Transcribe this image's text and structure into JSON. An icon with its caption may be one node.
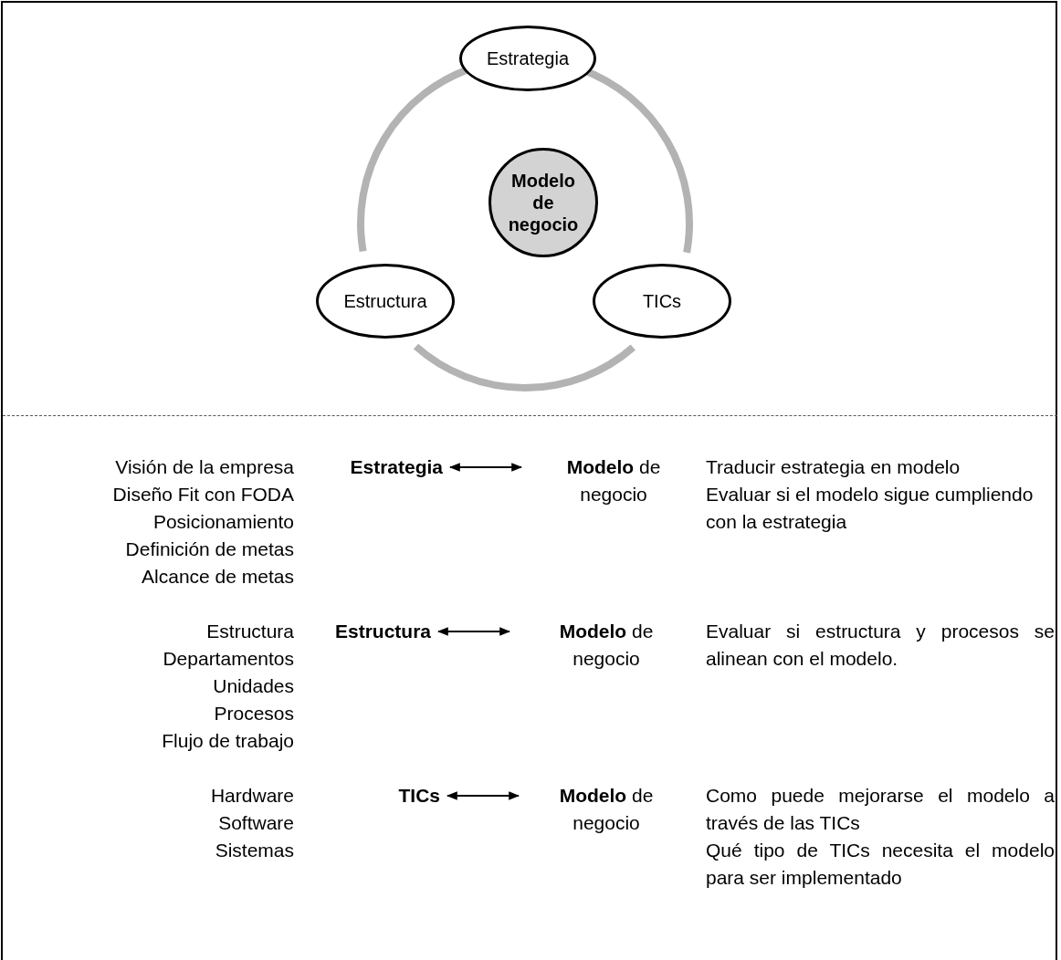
{
  "diagram": {
    "nodes": [
      {
        "text": [
          "Estrategia"
        ]
      },
      {
        "text": [
          "Modelo de negocio"
        ]
      },
      {
        "text": [
          "Estructura"
        ]
      },
      {
        "text": [
          "TICs"
        ]
      },
      {
        "text": [
          "Estrategia"
        ]
      },
      {
        "text": [
          "**Modelo** de negocio"
        ]
      },
      {
        "text": [
          "Estructura"
        ]
      },
      {
        "text": [
          "**Modelo** de negocio"
        ]
      },
      {
        "text": [
          "TICs"
        ]
      },
      {
        "text": [
          "**Modelo** de negocio"
        ]
      }
    ],
    "edges": [
      {
        "from": 0,
        "to": 3,
        "arrow": "none",
        "style": "thick",
        "color": "#b3b3b3"
      },
      {
        "from": 3,
        "to": 2,
        "arrow": "none",
        "style": "thick",
        "color": "#b3b3b3"
      },
      {
        "from": 2,
        "to": 0,
        "arrow": "none",
        "style": "thick",
        "color": "#b3b3b3"
      },
      {
        "from": 4,
        "to": 5,
        "arrow": "both",
        "color": "#000000"
      },
      {
        "from": 6,
        "to": 7,
        "arrow": "both",
        "color": "#000000"
      },
      {
        "from": 8,
        "to": 9,
        "arrow": "both",
        "color": "#000000"
      }
    ],
    "labels": [
      "Visión de la empresa",
      "Diseño Fit con FODA",
      "Posicionamiento",
      "Definición de metas",
      "Alcance de metas",
      "Traducir estrategia en modelo",
      "Evaluar si el modelo sigue cumpliendo con la estrategia",
      "Estructura",
      "Departamentos",
      "Unidades",
      "Procesos",
      "Flujo de trabajo",
      "Evaluar si estructura y procesos se alinean con el modelo.",
      "Hardware",
      "Software",
      "Sistemas",
      "Como puede mejorarse el modelo a través de las TICs",
      "Qué tipo de TICs necesita el modelo para ser implementado"
    ]
  }
}
